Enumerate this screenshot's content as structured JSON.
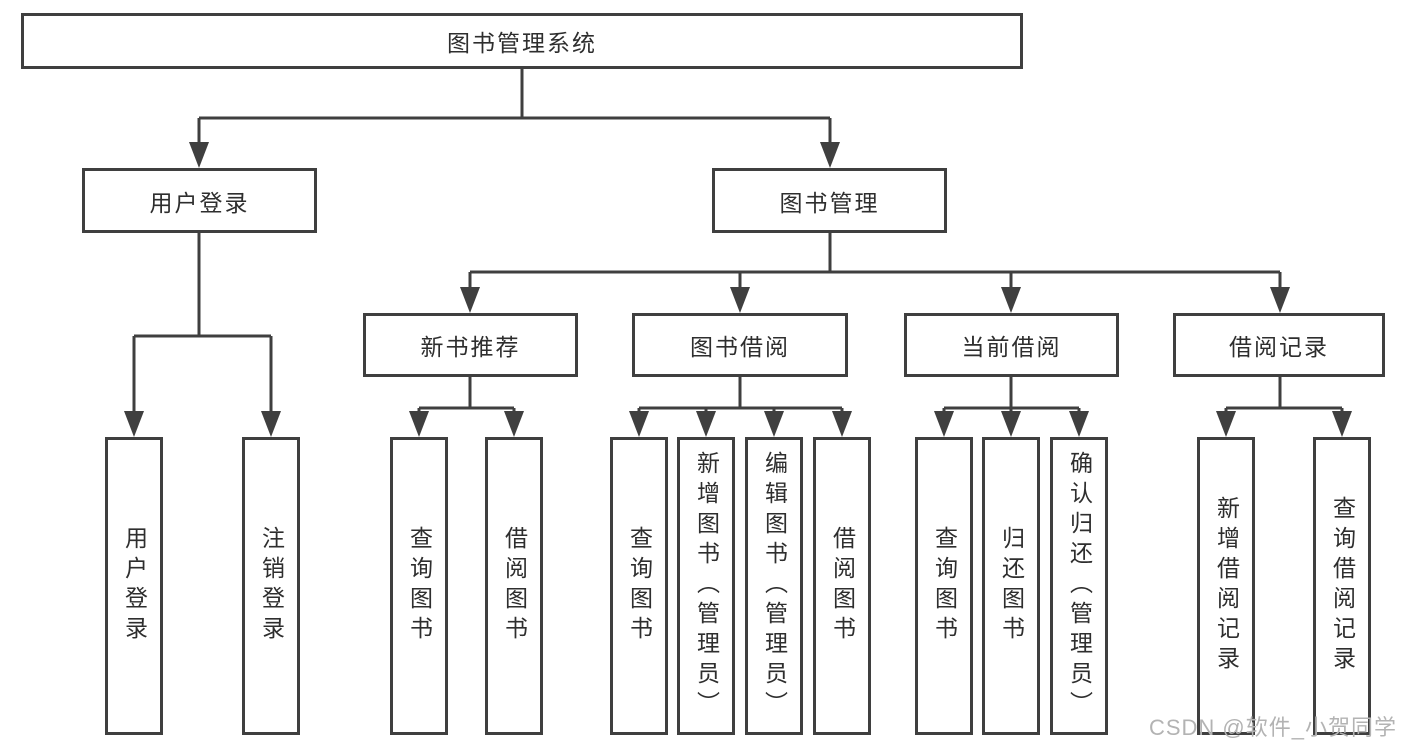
{
  "tree": {
    "root": {
      "label": "图书管理系统"
    },
    "children": [
      {
        "label": "用户登录",
        "children": [
          {
            "label": "用户登录"
          },
          {
            "label": "注销登录"
          }
        ]
      },
      {
        "label": "图书管理",
        "children": [
          {
            "label": "新书推荐",
            "children": [
              {
                "label": "查询图书"
              },
              {
                "label": "借阅图书"
              }
            ]
          },
          {
            "label": "图书借阅",
            "children": [
              {
                "label": "查询图书"
              },
              {
                "label": "新增图书（管理员）"
              },
              {
                "label": "编辑图书（管理员）"
              },
              {
                "label": "借阅图书"
              }
            ]
          },
          {
            "label": "当前借阅",
            "children": [
              {
                "label": "查询图书"
              },
              {
                "label": "归还图书"
              },
              {
                "label": "确认归还（管理员）"
              }
            ]
          },
          {
            "label": "借阅记录",
            "children": [
              {
                "label": "新增借阅记录"
              },
              {
                "label": "查询借阅记录"
              }
            ]
          }
        ]
      }
    ]
  },
  "watermark": "CSDN @软件_小贺同学",
  "colors": {
    "line": "#3f3f3f",
    "text": "#2e2e2e",
    "watermark": "#b3b3b3",
    "background": "#ffffff"
  }
}
